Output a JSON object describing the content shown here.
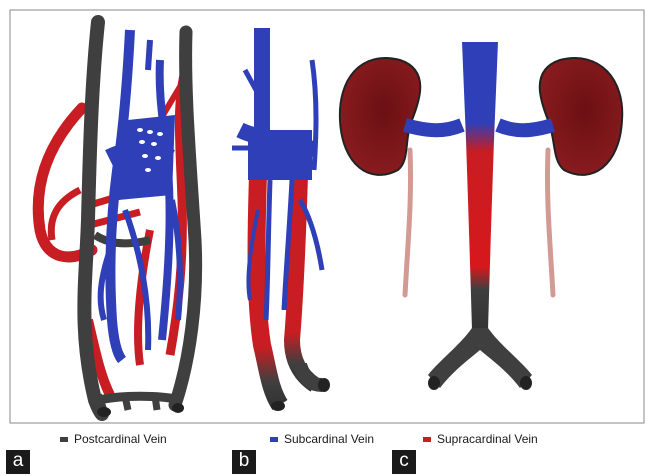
{
  "colors": {
    "postcardinal": "#3f3f3f",
    "subcardinal": "#2e3fb8",
    "supracardinal": "#c81d22",
    "kidney": "#7e1619",
    "ureter": "#d39a93"
  },
  "legend": {
    "items": [
      {
        "label": "Postcardinal Vein",
        "color": "#3f3f3f"
      },
      {
        "label": "Subcardinal Vein",
        "color": "#2e3fb8"
      },
      {
        "label": "Supracardinal Vein",
        "color": "#c81d22"
      }
    ]
  },
  "panels": {
    "a": {
      "label": "a"
    },
    "b": {
      "label": "b"
    },
    "c": {
      "label": "c"
    }
  }
}
